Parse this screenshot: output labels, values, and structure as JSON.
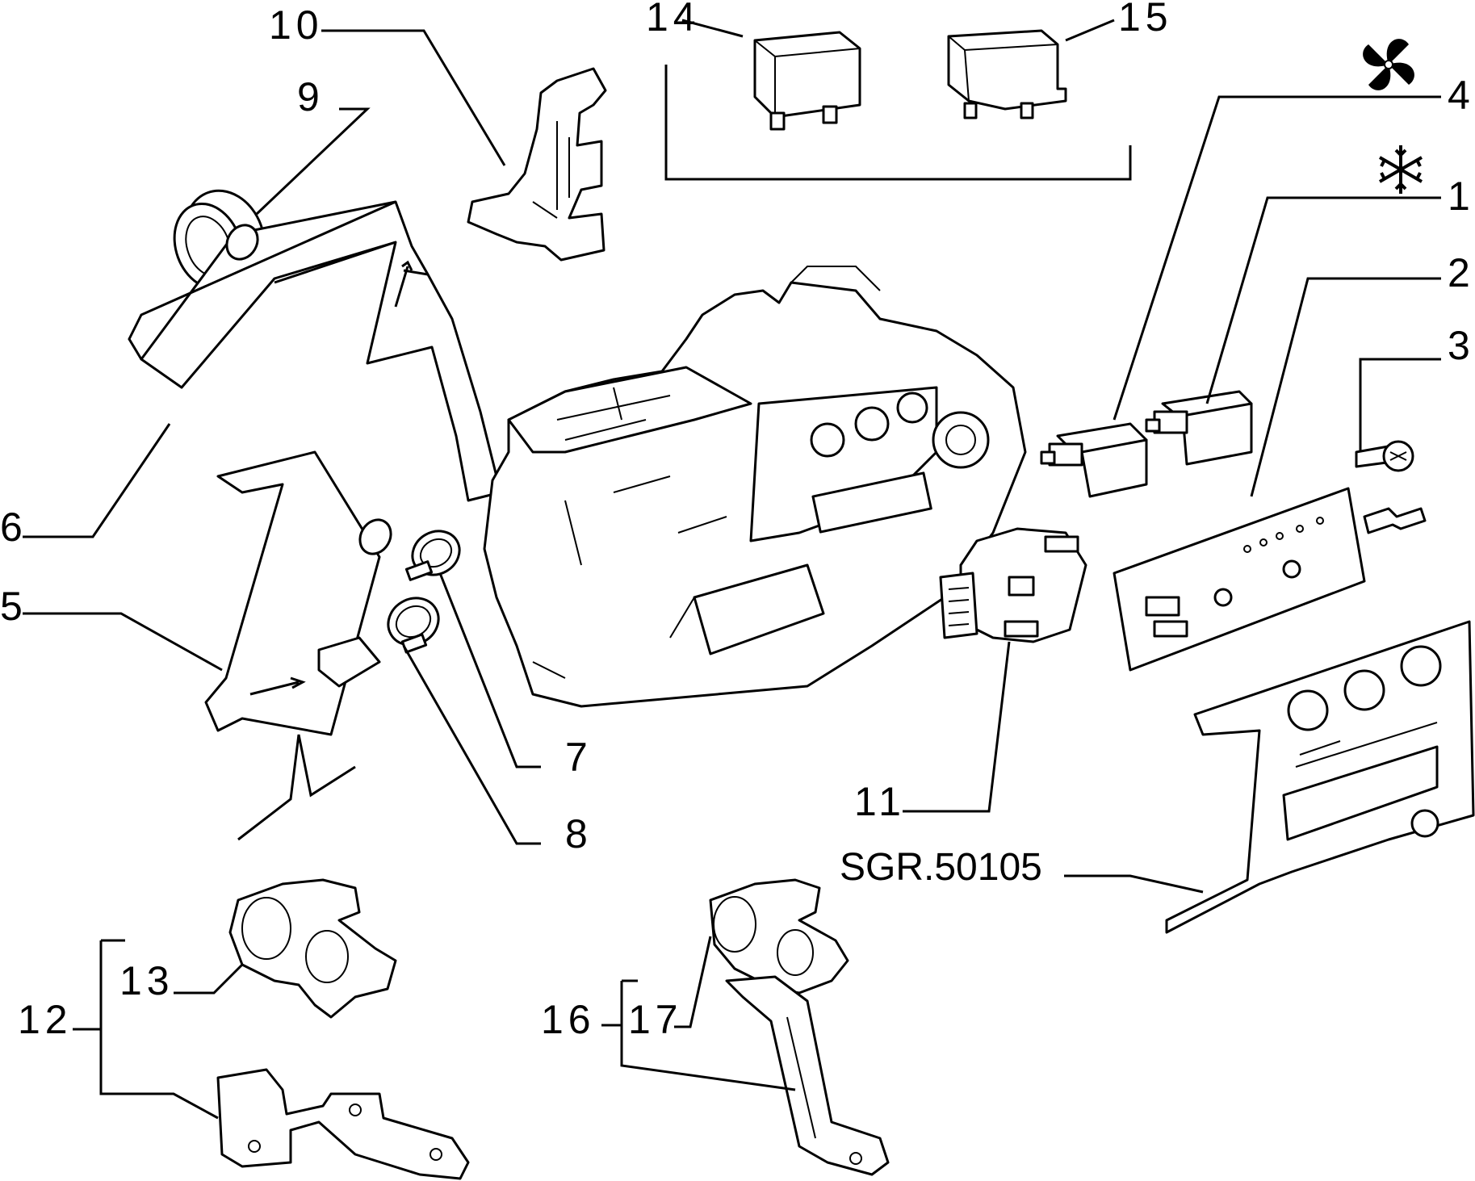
{
  "diagram": {
    "reference": "SGR.50105",
    "labels": {
      "p1": "1",
      "p2": "2",
      "p3": "3",
      "p4": "4",
      "p5": "5",
      "p6": "6",
      "p7": "7",
      "p8": "8",
      "p9": "9",
      "p10": "10",
      "p11": "11",
      "p12": "12",
      "p13": "13",
      "p14": "14",
      "p15": "15",
      "p16": "16",
      "p17": "17"
    },
    "icons": {
      "fan": "fan-icon",
      "ac": "snowflake-icon"
    }
  }
}
